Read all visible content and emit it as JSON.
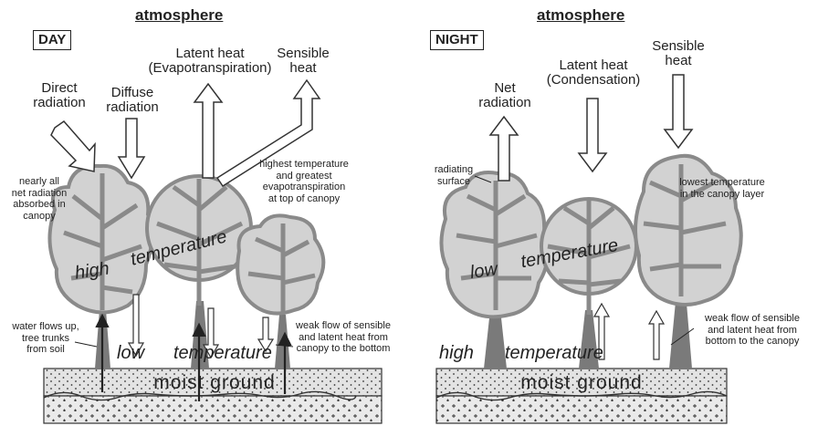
{
  "day": {
    "title": "DAY",
    "header": "atmosphere",
    "labels": {
      "direct": "Direct\nradiation",
      "diffuse": "Diffuse\nradiation",
      "latent": "Latent heat\n(Evapotranspiration)",
      "sensible": "Sensible\nheat"
    },
    "notes": {
      "absorbed": "nearly all\nnet radiation\nabsorbed in\ncanopy",
      "highest": "highest temperature\nand greatest\nevapotranspiration\nat top of canopy",
      "water": "water flows up,\ntree trunks\nfrom soil",
      "weak": "weak flow of sensible\nand latent heat from\ncanopy to the bottom"
    },
    "canopy_words": [
      "high",
      "temperature"
    ],
    "bottom_words": [
      "low",
      "temperature"
    ],
    "ground_label": "moist ground"
  },
  "night": {
    "title": "NIGHT",
    "header": "atmosphere",
    "labels": {
      "net": "Net\nradiation",
      "latent": "Latent heat\n(Condensation)",
      "sensible": "Sensible\nheat"
    },
    "notes": {
      "radiating": "radiating\nsurface",
      "lowest": "lowest temperature\nin the canopy layer",
      "weak": "weak flow of sensible\nand latent heat from\nbottom to the canopy"
    },
    "canopy_words": [
      "low",
      "temperature"
    ],
    "bottom_words": [
      "high",
      "temperature"
    ],
    "ground_label": "moist ground"
  },
  "colors": {
    "foliage": "#d2d2d2",
    "branches": "#8a8a8a",
    "trunk": "#7a7a7a",
    "ground_top": "#e3e3e3",
    "ground_bottom": "#eaeaea",
    "outline": "#333333"
  }
}
